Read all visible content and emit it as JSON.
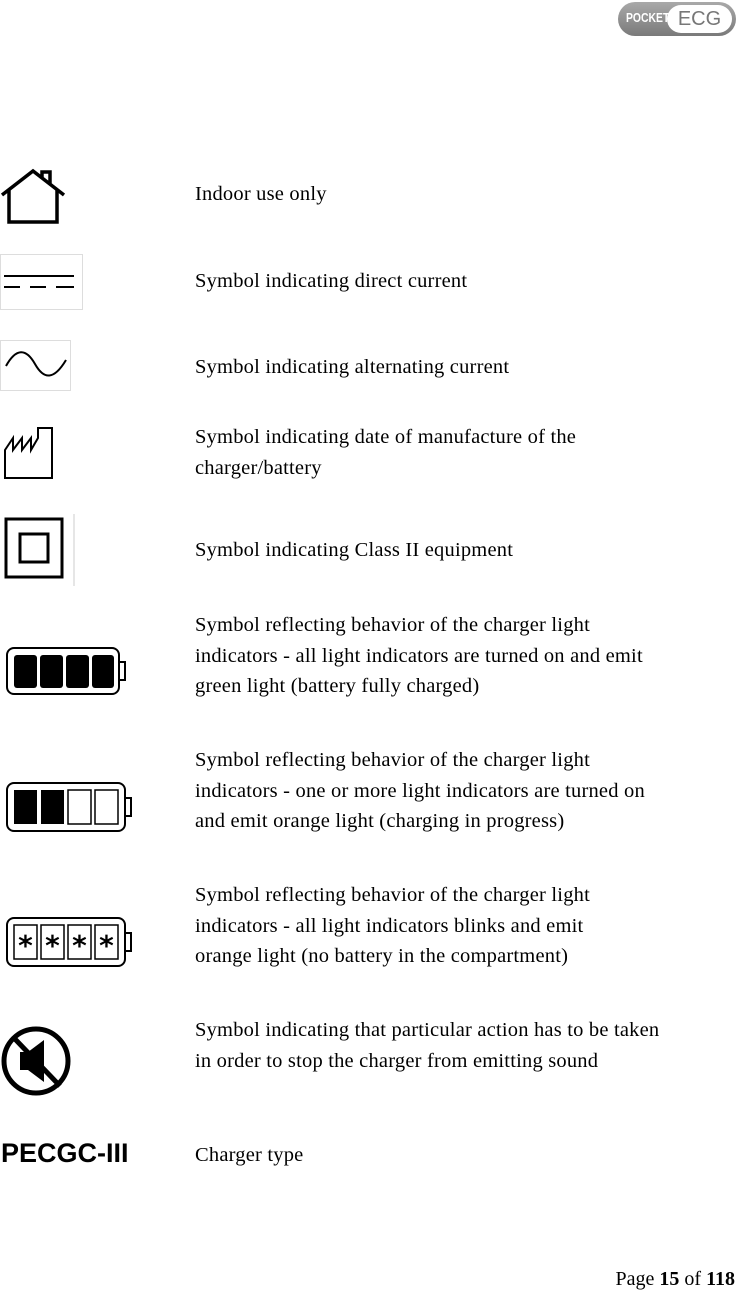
{
  "header": {
    "logo_text": "POCKET ECG",
    "logo_left": "POCKET",
    "logo_right": "ECG"
  },
  "rows": [
    {
      "icon": "house-icon",
      "text": "Indoor use only"
    },
    {
      "icon": "direct-current-icon",
      "text": "Symbol indicating direct current"
    },
    {
      "icon": "alternating-current-icon",
      "text": "Symbol indicating alternating current"
    },
    {
      "icon": "manufacture-date-icon",
      "text": "Symbol indicating date of manufacture of the charger/battery"
    },
    {
      "icon": "class-ii-equipment-icon",
      "text": "Symbol indicating Class II equipment"
    },
    {
      "icon": "battery-full-icon",
      "text": "Symbol reflecting behavior of the charger light indicators - all light indicators are turned on and emit green light (battery fully charged)"
    },
    {
      "icon": "battery-charging-icon",
      "text": "Symbol reflecting behavior of the charger light indicators - one or more light indicators are turned on and emit orange light (charging in progress)"
    },
    {
      "icon": "battery-blinking-icon",
      "text": "Symbol reflecting behavior of the charger light indicators - all light indicators blinks and emit orange light (no battery in the compartment)"
    },
    {
      "icon": "sound-muted-icon",
      "text": "Symbol indicating that particular action has to be taken in order to stop the charger from emitting sound"
    },
    {
      "icon": "charger-type-label",
      "label": "PECGC-III",
      "text": "Charger type"
    }
  ],
  "footer": {
    "page_word": "Page",
    "page": "15",
    "of_word": "of",
    "total": "118"
  }
}
